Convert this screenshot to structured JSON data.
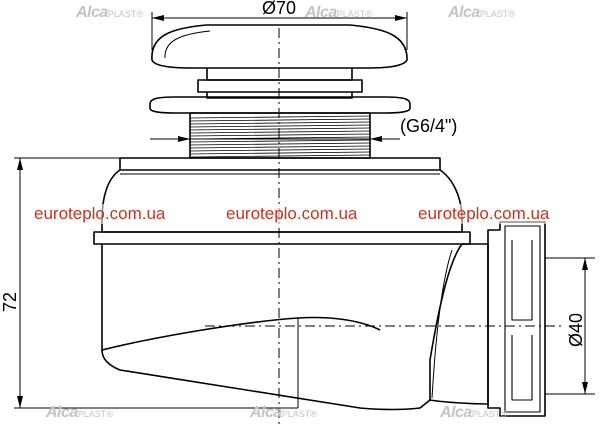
{
  "watermarks": {
    "brand": "Alca",
    "brand_suffix": "PLAST",
    "mark": "®"
  },
  "website_labels": [
    "euroteplo.com.ua",
    "euroteplo.com.ua",
    "euroteplo.com.ua"
  ],
  "dimensions": {
    "top_diameter": "Ø70",
    "thread": "(G6/4\")",
    "height": "72",
    "outlet_diameter": "Ø40"
  }
}
